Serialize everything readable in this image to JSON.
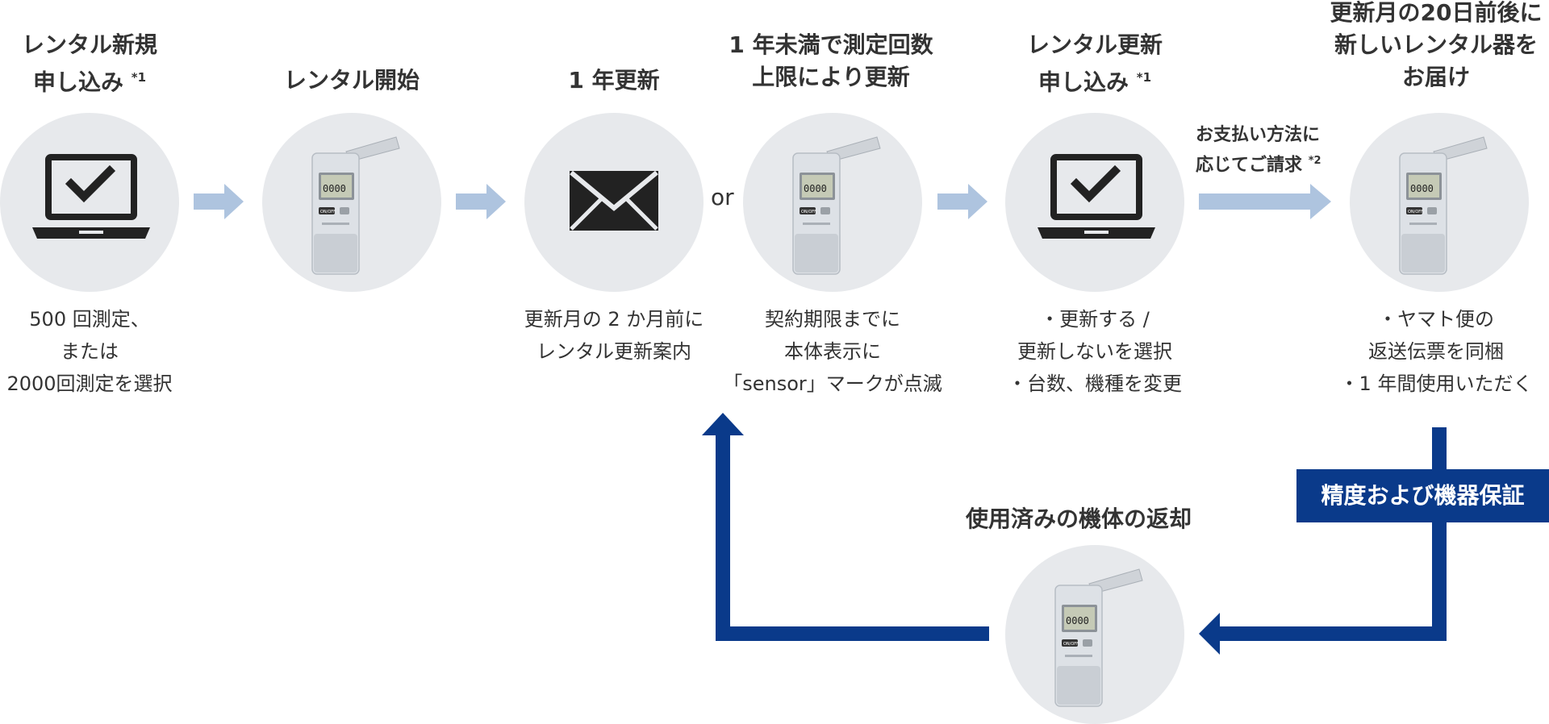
{
  "colors": {
    "navy": "#0a3a8a",
    "light_arrow": "#aec4df",
    "circle_bg": "#e7e9ec"
  },
  "steps": [
    {
      "title_line1": "レンタル新規",
      "title_line2": "申し込み",
      "title_sup": "*1",
      "icon": "laptop-check-icon",
      "desc_line1": "500 回測定、",
      "desc_line2": "または",
      "desc_line3": "2000回測定を選択"
    },
    {
      "title_line1": "レンタル開始",
      "icon": "breathalyzer-device-icon"
    },
    {
      "title_line1": "1 年更新",
      "icon": "envelope-icon",
      "desc_line1": "更新月の 2 か月前に",
      "desc_line2": "レンタル更新案内"
    },
    {
      "title_line1": "1 年未満で測定回数",
      "title_line2": "上限により更新",
      "icon": "breathalyzer-device-icon",
      "desc_line1": "契約期限までに",
      "desc_line2": "本体表示に",
      "desc_line3": "「sensor」マークが点滅"
    },
    {
      "title_line1": "レンタル更新",
      "title_line2": "申し込み",
      "title_sup": "*1",
      "icon": "laptop-check-icon",
      "desc_line1": "・更新する /",
      "desc_line2": "更新しないを選択",
      "desc_line3": "・台数、機種を変更"
    },
    {
      "title_line1": "更新月の20日前後に",
      "title_line2": "新しいレンタル器を",
      "title_line3": "お届け",
      "icon": "breathalyzer-device-icon",
      "desc_line1": "・ヤマト便の",
      "desc_line2": "返送伝票を同梱",
      "desc_line3": "・1 年間使用いただく"
    }
  ],
  "or_label": "or",
  "payment": {
    "line1": "お支払い方法に",
    "line2": "応じてご請求",
    "sup": "*2"
  },
  "return_step": {
    "title": "使用済みの機体の返却",
    "icon": "breathalyzer-device-icon"
  },
  "guarantee_badge": "精度および機器保証",
  "device": {
    "screen": "0000",
    "button": "ON/OFF"
  }
}
